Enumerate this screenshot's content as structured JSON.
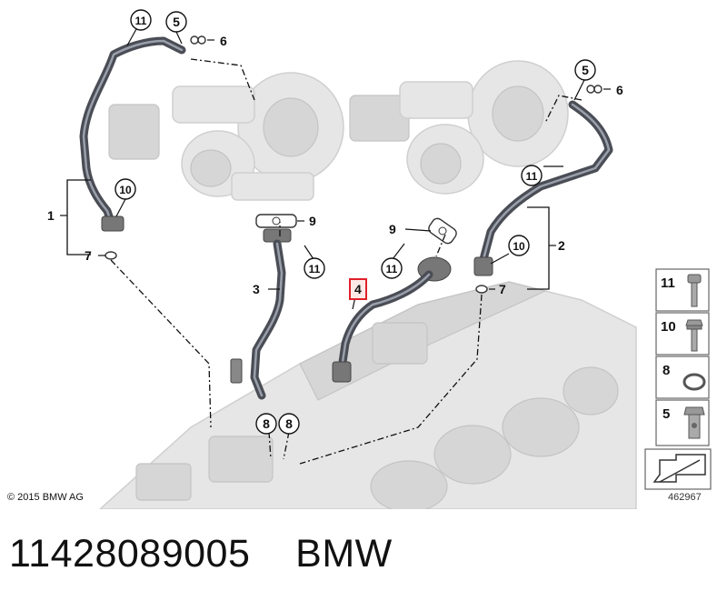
{
  "copyright": "© 2015 BMW AG",
  "diagram_id": "462967",
  "footer": {
    "part_number": "11428089005",
    "brand": "BMW"
  },
  "callouts": {
    "c1": "1",
    "c2": "2",
    "c3": "3",
    "c4": "4",
    "c5_left": "5",
    "c5_right": "5",
    "c6_left": "6",
    "c6_right": "6",
    "c7_left": "7",
    "c7_right": "7",
    "c8_a": "8",
    "c8_b": "8",
    "c9_left": "9",
    "c9_right": "9",
    "c10_left": "10",
    "c10_right": "10",
    "c11_topleft": "11",
    "c11_topright": "11",
    "c11_mid": "11",
    "c11_center": "11"
  },
  "highlighted_callout": "4",
  "legend": [
    {
      "label": "11",
      "icon": "bolt-socket-head-icon"
    },
    {
      "label": "10",
      "icon": "bolt-hex-flange-icon"
    },
    {
      "label": "8",
      "icon": "seal-ring-icon"
    },
    {
      "label": "5",
      "icon": "banjo-bolt-icon"
    },
    {
      "label": "",
      "icon": "direction-arrow-icon"
    }
  ],
  "colors": {
    "highlight": "#e0202a",
    "hose": "#4a4d55",
    "ghost": "#e6e6e6"
  }
}
